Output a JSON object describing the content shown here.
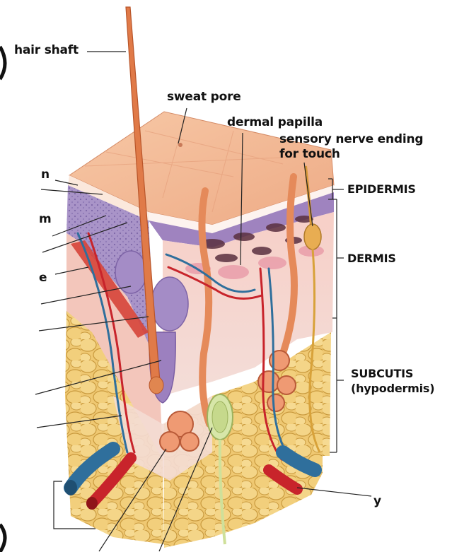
{
  "labels": {
    "hair_shaft": "hair shaft",
    "sweat_pore": "sweat pore",
    "dermal_papilla": "dermal papilla",
    "sensory_nerve_line1": "sensory nerve ending",
    "sensory_nerve_line2": "for touch",
    "epidermis": "EPIDERMIS",
    "dermis": "DERMIS",
    "subcutis_line1": "SUBCUTIS",
    "subcutis_line2": "(hypodermis)",
    "cut_n": "n",
    "cut_m": "m",
    "cut_e": "e",
    "cut_y": "y"
  },
  "colors": {
    "epidermis_surface": "#f2b58c",
    "purple_layer": "#a58fc6",
    "dermis": "#f6c9c2",
    "fat": "#edc26a",
    "hair": "#e07a48",
    "vein": "#2f6f9c",
    "artery": "#c8242b"
  }
}
